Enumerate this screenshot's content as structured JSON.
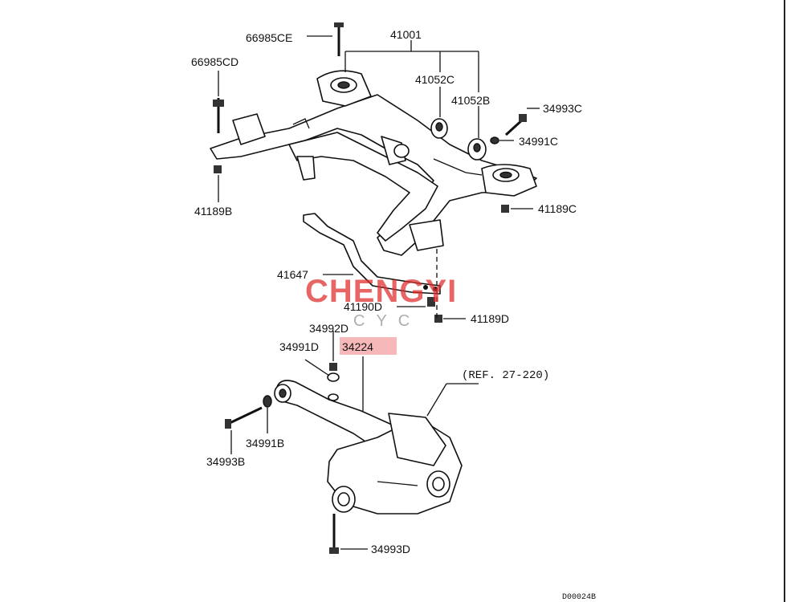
{
  "diagram": {
    "part_labels": {
      "p41001": "41001",
      "p66985CE": "66985CE",
      "p66985CD": "66985CD",
      "p41052C": "41052C",
      "p41052B": "41052B",
      "p34993C": "34993C",
      "p34991C": "34991C",
      "p41189B": "41189B",
      "p41189C": "41189C",
      "p41647": "41647",
      "p41190D": "41190D",
      "p41189D": "41189D",
      "p34992D": "34992D",
      "p34991D": "34991D",
      "p34224": "34224",
      "p34991B": "34991B",
      "p34993B": "34993B",
      "p34993D": "34993D"
    },
    "reference": "(REF. 27-220)",
    "drawing_code": "D00024B",
    "highlight_color": "#f6b8b8"
  },
  "watermark": {
    "brand": "CHENGYI",
    "sub": "CYC",
    "color": "#e02b2b"
  }
}
